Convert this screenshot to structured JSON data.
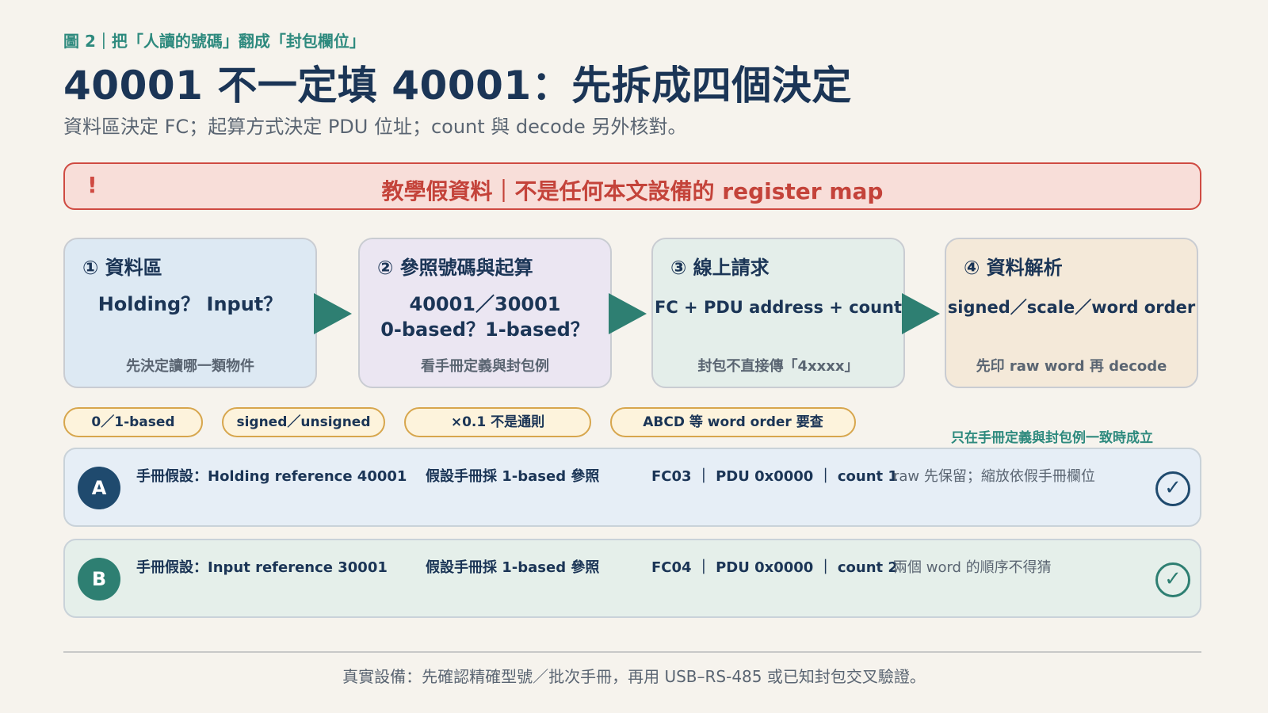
{
  "figure_label": "圖 2｜把「人讀的號碼」翻成「封包欄位」",
  "title": "40001 不一定填 40001：先拆成四個決定",
  "subtitle": "資料區決定 FC；起算方式決定 PDU 位址；count 與 decode 另外核對。",
  "warning": {
    "icon": "!",
    "text": "教學假資料｜不是任何本文設備的 register map",
    "color": "#cf4a42"
  },
  "steps": [
    {
      "title": "① 資料區",
      "main": "Holding？ Input？",
      "note": "先決定讀哪一類物件",
      "bg": "#dde9f3"
    },
    {
      "title": "② 參照號碼與起算",
      "main": "40001／30001\n0-based？1-based？",
      "note": "看手冊定義與封包例",
      "bg": "#ebe6f2"
    },
    {
      "title": "③ 線上請求",
      "main": "FC + PDU address + count",
      "note": "封包不直接傳「4xxxx」",
      "bg": "#e4eeea"
    },
    {
      "title": "④ 資料解析",
      "main": "signed／scale／word order",
      "note": "先印 raw word 再 decode",
      "bg": "#f4e9d9"
    }
  ],
  "arrow_color": "#2e7f72",
  "chips": [
    "0／1-based",
    "signed／unsigned",
    "×0.1 不是通則",
    "ABCD 等 word order 要查"
  ],
  "chip_note": "只在手冊定義與封包例一致時成立",
  "rows": [
    {
      "badge": "A",
      "assumption": "手冊假設：Holding reference 40001",
      "basis": "假設手冊採 1-based 參照",
      "request": "FC03 ｜ PDU 0x0000 ｜ count 1",
      "note": "raw 先保留；縮放依假手冊欄位",
      "check": "✓",
      "accent": "#1f4a6e",
      "bg": "#e6eef6"
    },
    {
      "badge": "B",
      "assumption": "手冊假設：Input reference 30001",
      "basis": "假設手冊採 1-based 參照",
      "request": "FC04 ｜ PDU 0x0000 ｜ count 2",
      "note": "兩個 word 的順序不得猜",
      "check": "✓",
      "accent": "#2e7f72",
      "bg": "#e5efea"
    }
  ],
  "footer": "真實設備：先確認精確型號／批次手冊，再用 USB–RS-485 或已知封包交叉驗證。"
}
